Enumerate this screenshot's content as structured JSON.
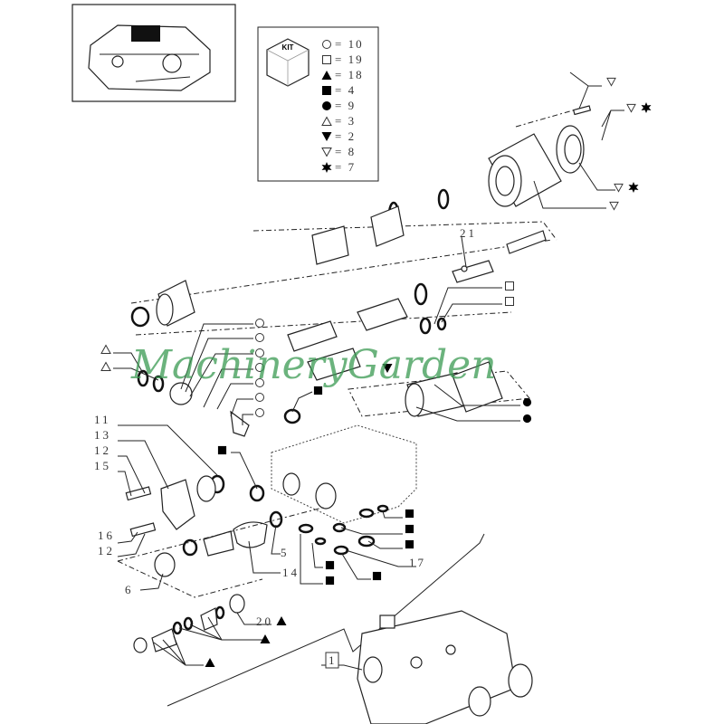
{
  "watermark": "MachineryGarden",
  "kit_legend": {
    "title": "KIT",
    "entries": [
      {
        "symbol": "circle-outline",
        "count": "= 10"
      },
      {
        "symbol": "square-outline",
        "count": "= 19"
      },
      {
        "symbol": "triangle-filled",
        "count": "= 18"
      },
      {
        "symbol": "square-filled",
        "count": "= 4"
      },
      {
        "symbol": "circle-filled",
        "count": "= 9"
      },
      {
        "symbol": "triangle-outline",
        "count": "= 3"
      },
      {
        "symbol": "triangle-down-filled",
        "count": "= 2"
      },
      {
        "symbol": "triangle-down-outline",
        "count": "= 8"
      },
      {
        "symbol": "star-filled",
        "count": "= 7"
      }
    ]
  },
  "callouts": {
    "c21": "21",
    "c11": "11",
    "c13": "13",
    "c12a": "12",
    "c15": "15",
    "c16": "16",
    "c12b": "12",
    "c6": "6",
    "c14": "14",
    "c5": "5",
    "c17": "17",
    "c20": "20",
    "c1": "1"
  }
}
